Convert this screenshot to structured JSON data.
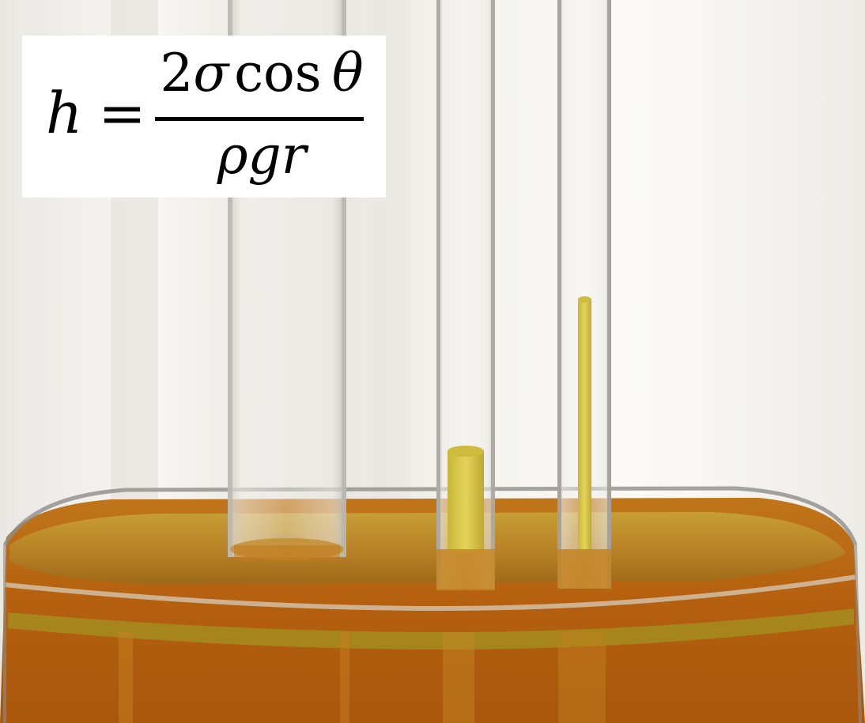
{
  "scene": {
    "description_free": true,
    "colors": {
      "background": "#f4f3ef",
      "liquid": "#b8610f",
      "liquid_dark": "#8e4a0c",
      "liquid_surface": "#c79a2a",
      "glass_edge": "#9c9a94",
      "column_yellow": "#d9c84a"
    }
  },
  "formula": {
    "lhs_var": "h",
    "equals": "=",
    "numerator_coeff": "2",
    "numerator_sigma": "σ",
    "numerator_cos": "cos",
    "numerator_theta": "θ",
    "denominator": "ρgr"
  }
}
